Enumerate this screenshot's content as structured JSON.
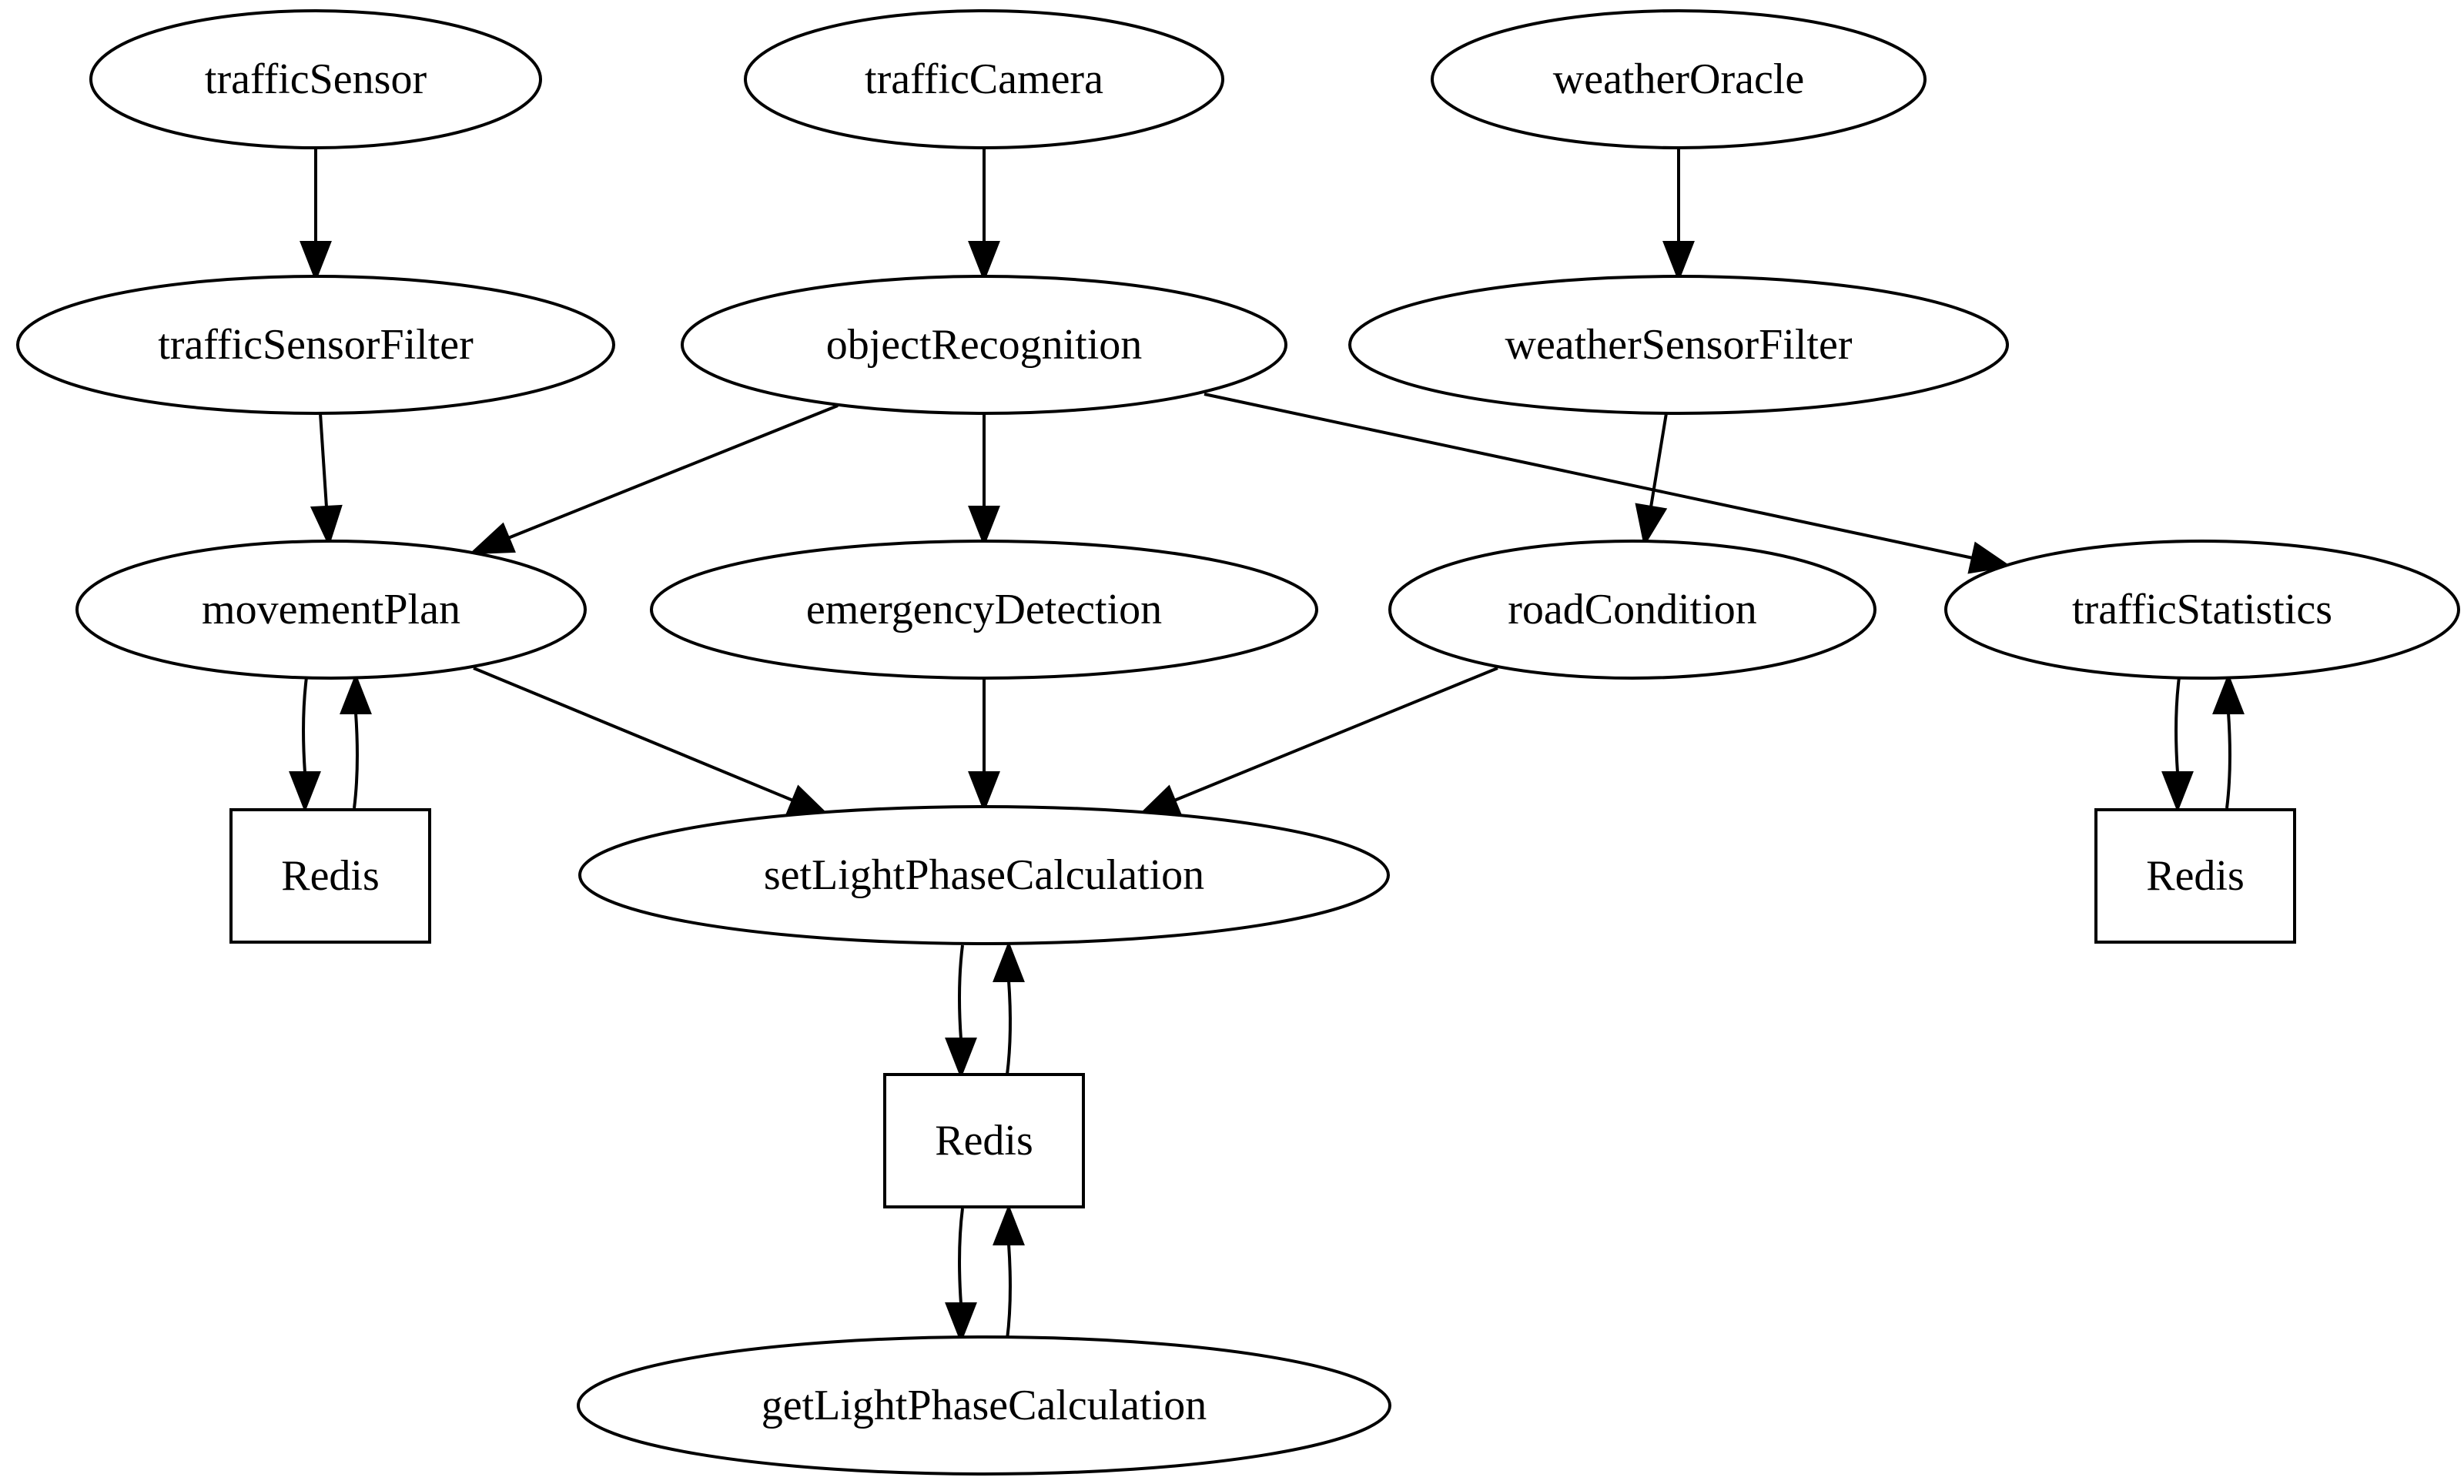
{
  "diagram": {
    "nodes": {
      "trafficSensor": {
        "label": "trafficSensor",
        "shape": "ellipse"
      },
      "trafficCamera": {
        "label": "trafficCamera",
        "shape": "ellipse"
      },
      "weatherOracle": {
        "label": "weatherOracle",
        "shape": "ellipse"
      },
      "trafficSensorFilter": {
        "label": "trafficSensorFilter",
        "shape": "ellipse"
      },
      "objectRecognition": {
        "label": "objectRecognition",
        "shape": "ellipse"
      },
      "weatherSensorFilter": {
        "label": "weatherSensorFilter",
        "shape": "ellipse"
      },
      "movementPlan": {
        "label": "movementPlan",
        "shape": "ellipse"
      },
      "emergencyDetection": {
        "label": "emergencyDetection",
        "shape": "ellipse"
      },
      "roadCondition": {
        "label": "roadCondition",
        "shape": "ellipse"
      },
      "trafficStatistics": {
        "label": "trafficStatistics",
        "shape": "ellipse"
      },
      "redis1": {
        "label": "Redis",
        "shape": "box"
      },
      "setLightPhaseCalculation": {
        "label": "setLightPhaseCalculation",
        "shape": "ellipse"
      },
      "redis2": {
        "label": "Redis",
        "shape": "box"
      },
      "redis3": {
        "label": "Redis",
        "shape": "box"
      },
      "getLightPhaseCalculation": {
        "label": "getLightPhaseCalculation",
        "shape": "ellipse"
      }
    },
    "edges": [
      {
        "from": "trafficSensor",
        "to": "trafficSensorFilter"
      },
      {
        "from": "trafficCamera",
        "to": "objectRecognition"
      },
      {
        "from": "weatherOracle",
        "to": "weatherSensorFilter"
      },
      {
        "from": "trafficSensorFilter",
        "to": "movementPlan"
      },
      {
        "from": "objectRecognition",
        "to": "movementPlan"
      },
      {
        "from": "objectRecognition",
        "to": "emergencyDetection"
      },
      {
        "from": "objectRecognition",
        "to": "trafficStatistics"
      },
      {
        "from": "weatherSensorFilter",
        "to": "roadCondition"
      },
      {
        "from": "movementPlan",
        "to": "redis1"
      },
      {
        "from": "redis1",
        "to": "movementPlan"
      },
      {
        "from": "movementPlan",
        "to": "setLightPhaseCalculation"
      },
      {
        "from": "emergencyDetection",
        "to": "setLightPhaseCalculation"
      },
      {
        "from": "roadCondition",
        "to": "setLightPhaseCalculation"
      },
      {
        "from": "trafficStatistics",
        "to": "redis3"
      },
      {
        "from": "redis3",
        "to": "trafficStatistics"
      },
      {
        "from": "setLightPhaseCalculation",
        "to": "redis2"
      },
      {
        "from": "redis2",
        "to": "setLightPhaseCalculation"
      },
      {
        "from": "redis2",
        "to": "getLightPhaseCalculation"
      },
      {
        "from": "getLightPhaseCalculation",
        "to": "redis2"
      }
    ]
  }
}
